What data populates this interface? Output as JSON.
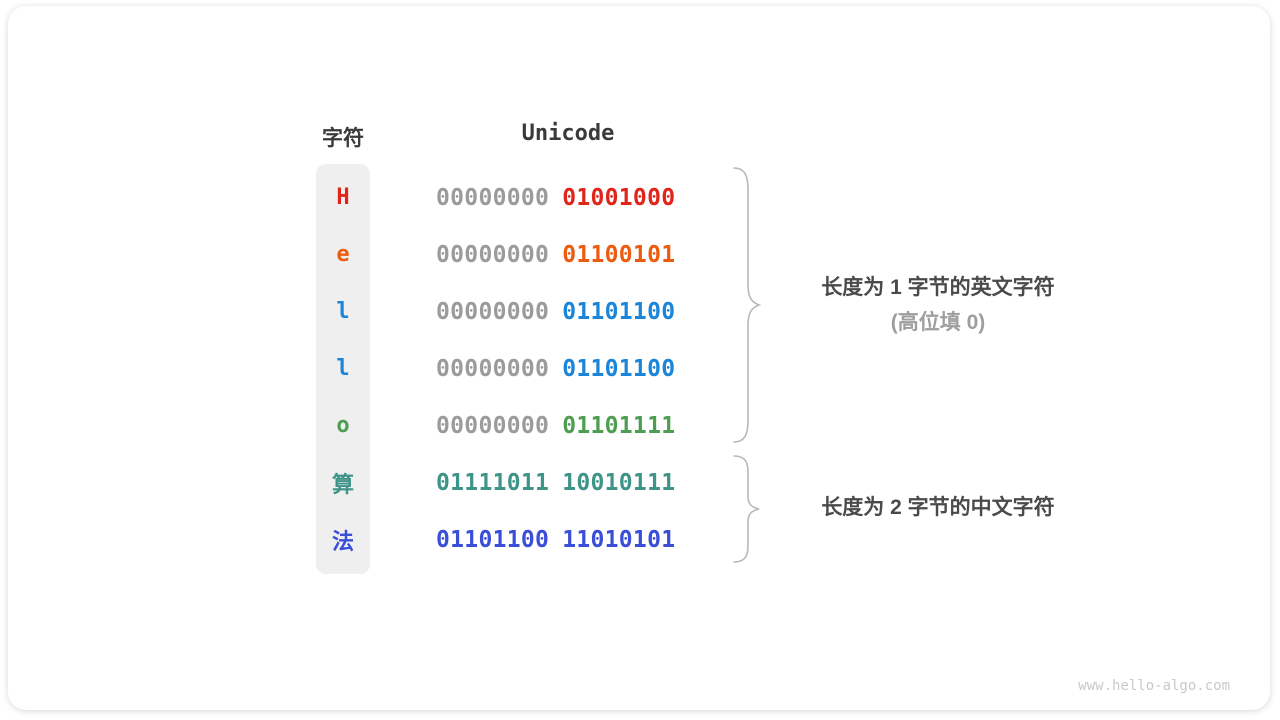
{
  "table": {
    "headers": {
      "char": "字符",
      "unicode": "Unicode"
    },
    "gray_byte_color": "#9b9b9b",
    "rows": [
      {
        "char": "H",
        "color": "#e1251b",
        "byte1": "00000000",
        "byte2": "01001000",
        "byte1_dimmed": true
      },
      {
        "char": "e",
        "color": "#ed5c0e",
        "byte1": "00000000",
        "byte2": "01100101",
        "byte1_dimmed": true
      },
      {
        "char": "l",
        "color": "#1a85d9",
        "byte1": "00000000",
        "byte2": "01101100",
        "byte1_dimmed": true
      },
      {
        "char": "l",
        "color": "#1a85d9",
        "byte1": "00000000",
        "byte2": "01101100",
        "byte1_dimmed": true
      },
      {
        "char": "o",
        "color": "#4d9e51",
        "byte1": "00000000",
        "byte2": "01101111",
        "byte1_dimmed": true
      },
      {
        "char": "算",
        "color": "#3e9488",
        "byte1": "01111011",
        "byte2": "10010111",
        "byte1_dimmed": false
      },
      {
        "char": "法",
        "color": "#3a4ed8",
        "byte1": "01101100",
        "byte2": "11010101",
        "byte1_dimmed": false
      }
    ]
  },
  "annotations": {
    "group1": {
      "line1": "长度为 1 字节的英文字符",
      "line2": "(高位填 0)"
    },
    "group2": {
      "line1": "长度为 2 字节的中文字符"
    }
  },
  "watermark": {
    "text": "www.hello-algo.com"
  },
  "colors": {
    "header_text": "#3a3a3a",
    "annotation_text": "#4a4a4a",
    "annotation_sub_text": "#9e9e9e",
    "brace": "#b8b8b8",
    "char_column_bg": "#efefef",
    "gray_byte": "#9b9b9b"
  }
}
